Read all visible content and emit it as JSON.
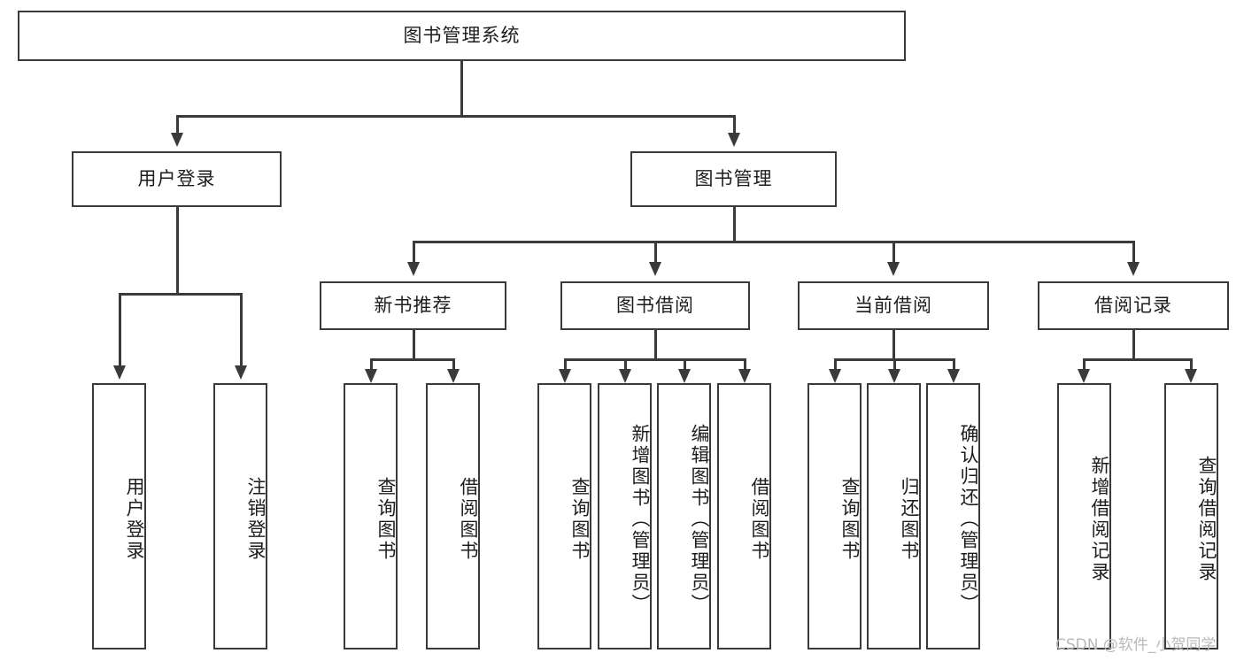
{
  "diagram": {
    "type": "tree-hierarchy",
    "title": "图书管理系统",
    "root": {
      "label": "图书管理系统"
    },
    "level2": [
      {
        "label": "用户登录"
      },
      {
        "label": "图书管理"
      }
    ],
    "level3": [
      {
        "label": "新书推荐"
      },
      {
        "label": "图书借阅"
      },
      {
        "label": "当前借阅"
      },
      {
        "label": "借阅记录"
      }
    ],
    "leaves": {
      "user_login": [
        {
          "label": "用户登录"
        },
        {
          "label": "注销登录"
        }
      ],
      "new_book_recommend": [
        {
          "label": "查询图书"
        },
        {
          "label": "借阅图书"
        }
      ],
      "book_borrow": [
        {
          "label": "查询图书"
        },
        {
          "label": "新增图书（管理员）"
        },
        {
          "label": "编辑图书（管理员）"
        },
        {
          "label": "借阅图书"
        }
      ],
      "current_borrow": [
        {
          "label": "查询图书"
        },
        {
          "label": "归还图书"
        },
        {
          "label": "确认归还（管理员）"
        }
      ],
      "borrow_record": [
        {
          "label": "新增借阅记录"
        },
        {
          "label": "查询借阅记录"
        }
      ]
    }
  },
  "watermark": {
    "text": "CSDN @软件_小贺同学"
  },
  "colors": {
    "stroke": "#3a3a3a",
    "background": "#ffffff",
    "text": "#1d1d1d",
    "watermark": "#b9b9b9"
  }
}
